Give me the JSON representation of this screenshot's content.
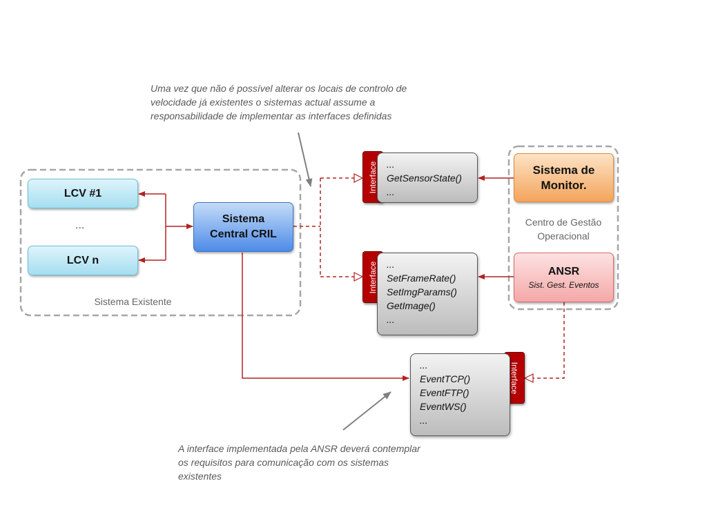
{
  "notes": {
    "top": "Uma vez que não é possível alterar os locais de controlo de velocidade já existentes o sistemas actual assume a responsabilidade de implementar as interfaces definidas",
    "bottom": "A interface implementada pela ANSR deverá contemplar os requisitos para comunicação com os sistemas existentes"
  },
  "groups": {
    "existing": "Sistema Existente",
    "operational": "Centro de Gestão Operacional"
  },
  "nodes": {
    "lcv1": "LCV #1",
    "lcv_ellipsis": "...",
    "lcvn": "LCV n",
    "central": "Sistema Central CRIL",
    "monitor": "Sistema de Monitor.",
    "ansr_title": "ANSR",
    "ansr_subtitle": "Sist. Gest. Eventos"
  },
  "interfaces": [
    {
      "tab_label": "Interface",
      "methods": [
        "...",
        "GetSensorState()",
        "..."
      ]
    },
    {
      "tab_label": "Interface",
      "methods": [
        "...",
        "SetFrameRate()",
        "SetImgParams()",
        "GetImage()",
        "..."
      ]
    },
    {
      "tab_label": "Interface",
      "methods": [
        "...",
        "EventTCP()",
        "EventFTP()",
        "EventWS()",
        "..."
      ]
    }
  ],
  "colors": {
    "connector": "#b22222",
    "interface_tab": "#b40000",
    "group_border": "#a6a6a6",
    "note_arrow": "#808080"
  }
}
